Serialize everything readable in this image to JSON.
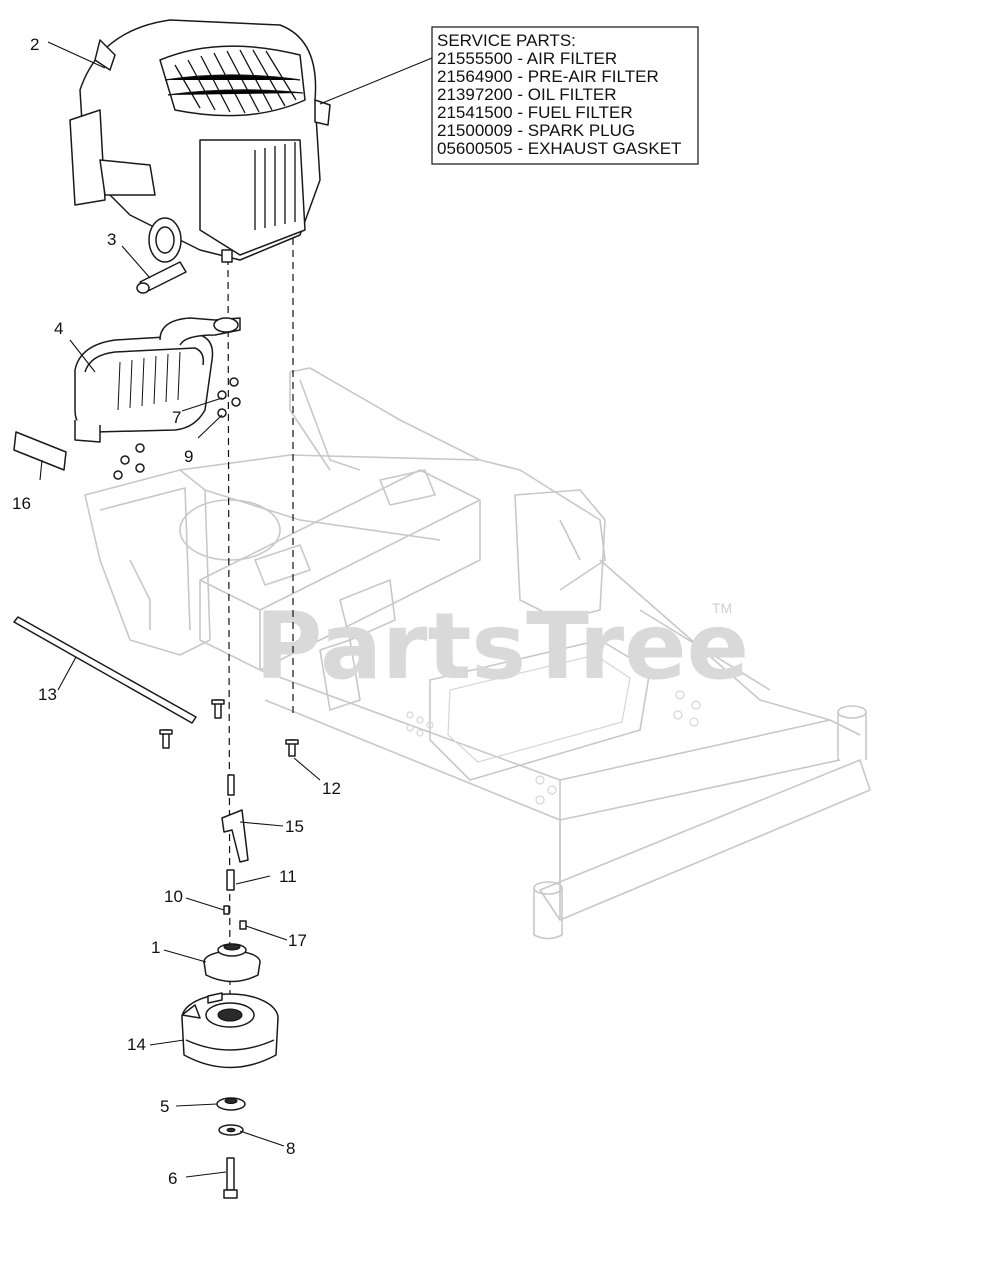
{
  "service_parts": {
    "title": "SERVICE PARTS:",
    "lines": [
      "21555500 - AIR FILTER",
      "21564900 - PRE-AIR FILTER",
      "21397200 - OIL FILTER",
      "21541500 - FUEL FILTER",
      "21500009 - SPARK PLUG",
      "05600505 - EXHAUST GASKET"
    ]
  },
  "watermark": {
    "text": "PartsTree",
    "trademark": "TM"
  },
  "callouts": {
    "c1": "1",
    "c2": "2",
    "c3": "3",
    "c4": "4",
    "c5": "5",
    "c6": "6",
    "c7": "7",
    "c8": "8",
    "c9": "9",
    "c10": "10",
    "c11": "11",
    "c12": "12",
    "c13": "13",
    "c14": "14",
    "c15": "15",
    "c16": "16",
    "c17": "17"
  }
}
